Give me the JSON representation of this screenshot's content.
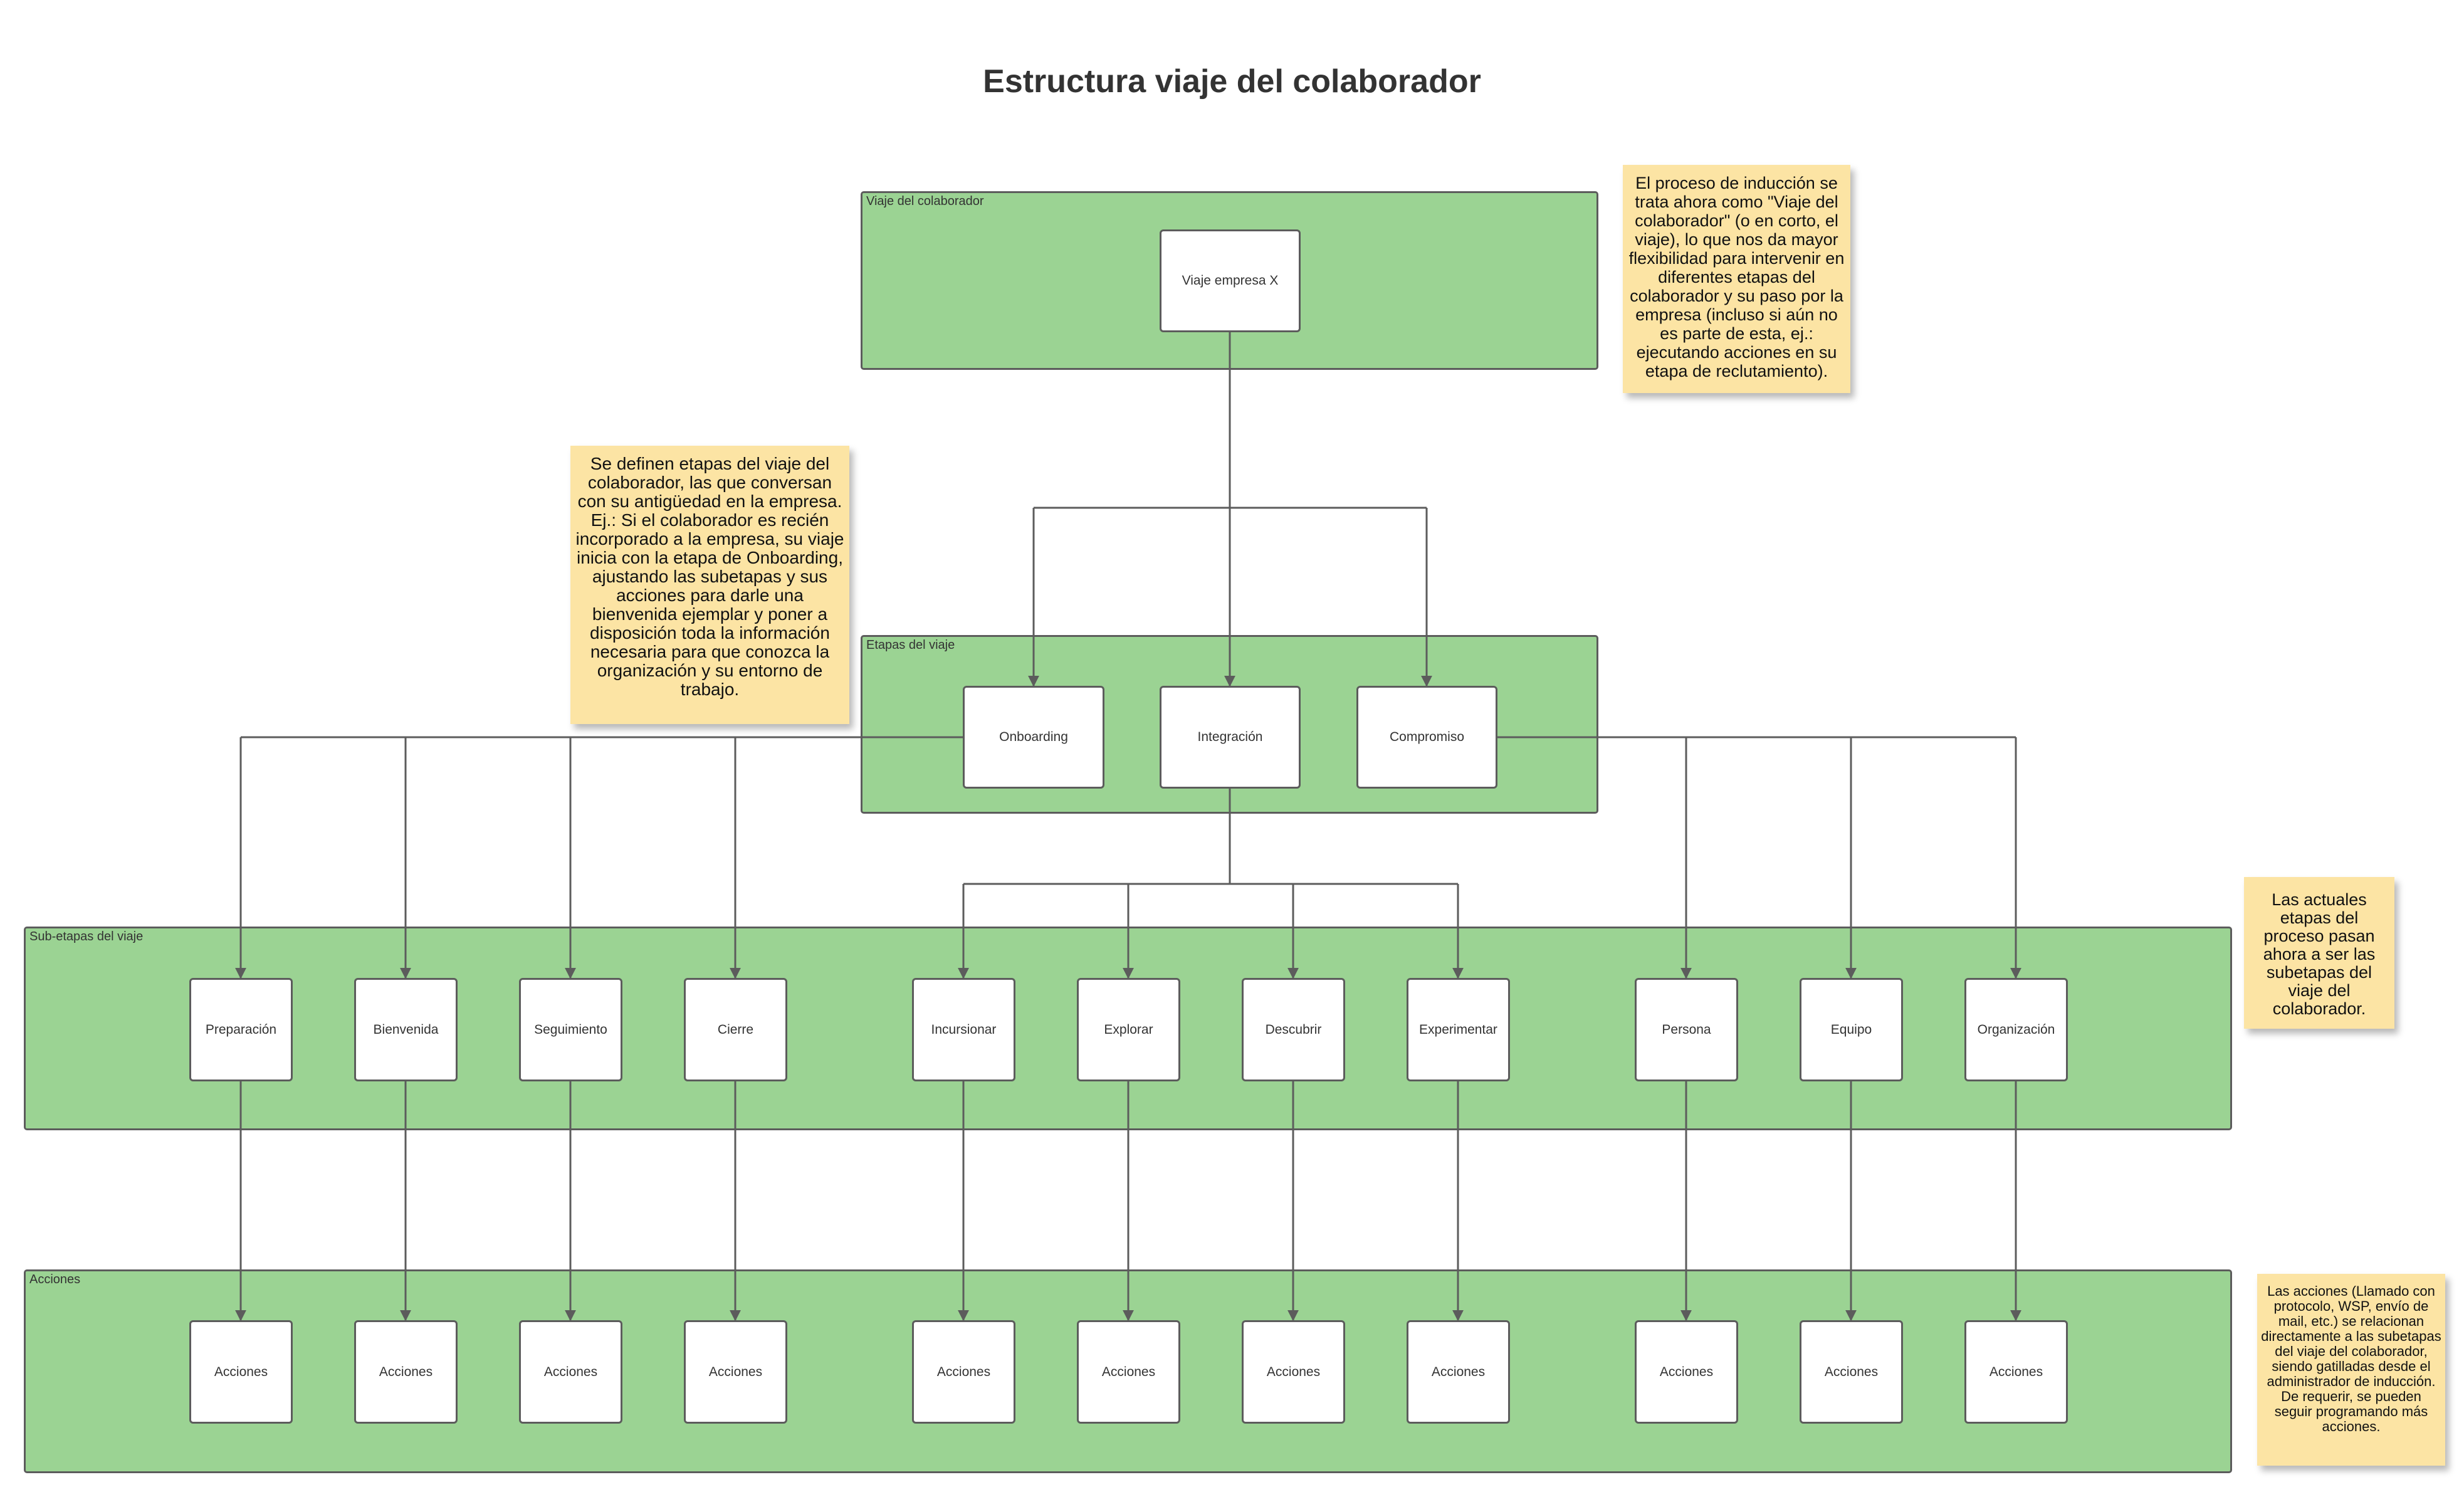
{
  "title": "Estructura viaje del colaborador",
  "colors": {
    "group_fill": "#9bd393",
    "note_fill": "#fce4a4",
    "border": "#5c5c5c"
  },
  "groups": {
    "viaje": "Viaje del colaborador",
    "etapas": "Etapas del viaje",
    "subetapas": "Sub-etapas del viaje",
    "acciones": "Acciones"
  },
  "root": "Viaje empresa X",
  "stages": [
    "Onboarding",
    "Integración",
    "Compromiso"
  ],
  "substages": [
    "Preparación",
    "Bienvenida",
    "Seguimiento",
    "Cierre",
    "Incursionar",
    "Explorar",
    "Descubrir",
    "Experimentar",
    "Persona",
    "Equipo",
    "Organización"
  ],
  "actions": [
    "Acciones",
    "Acciones",
    "Acciones",
    "Acciones",
    "Acciones",
    "Acciones",
    "Acciones",
    "Acciones",
    "Acciones",
    "Acciones",
    "Acciones"
  ],
  "notes": {
    "journey": "El proceso de inducción se trata ahora como \"Viaje del colaborador\" (o en corto, el viaje), lo que nos da mayor flexibilidad para intervenir en diferentes etapas del colaborador y su paso por la empresa (incluso si aún no es parte de esta, ej.: ejecutando acciones en su etapa de reclutamiento).",
    "stages": "Se definen etapas del viaje del colaborador, las que conversan con su antigüedad en la empresa. Ej.: Si el colaborador es recién incorporado a la empresa, su viaje inicia con la etapa de Onboarding, ajustando las subetapas y sus acciones para darle una bienvenida ejemplar y poner a disposición toda la información necesaria para que conozca la organización y su entorno de trabajo.",
    "substages": "Las actuales etapas del proceso pasan ahora a ser las subetapas del viaje del colaborador.",
    "actions": "Las acciones (Llamado con protocolo, WSP, envío de mail, etc.) se relacionan directamente a las subetapas del viaje del colaborador, siendo gatilladas desde el administrador de inducción. De requerir, se pueden seguir programando más acciones."
  }
}
